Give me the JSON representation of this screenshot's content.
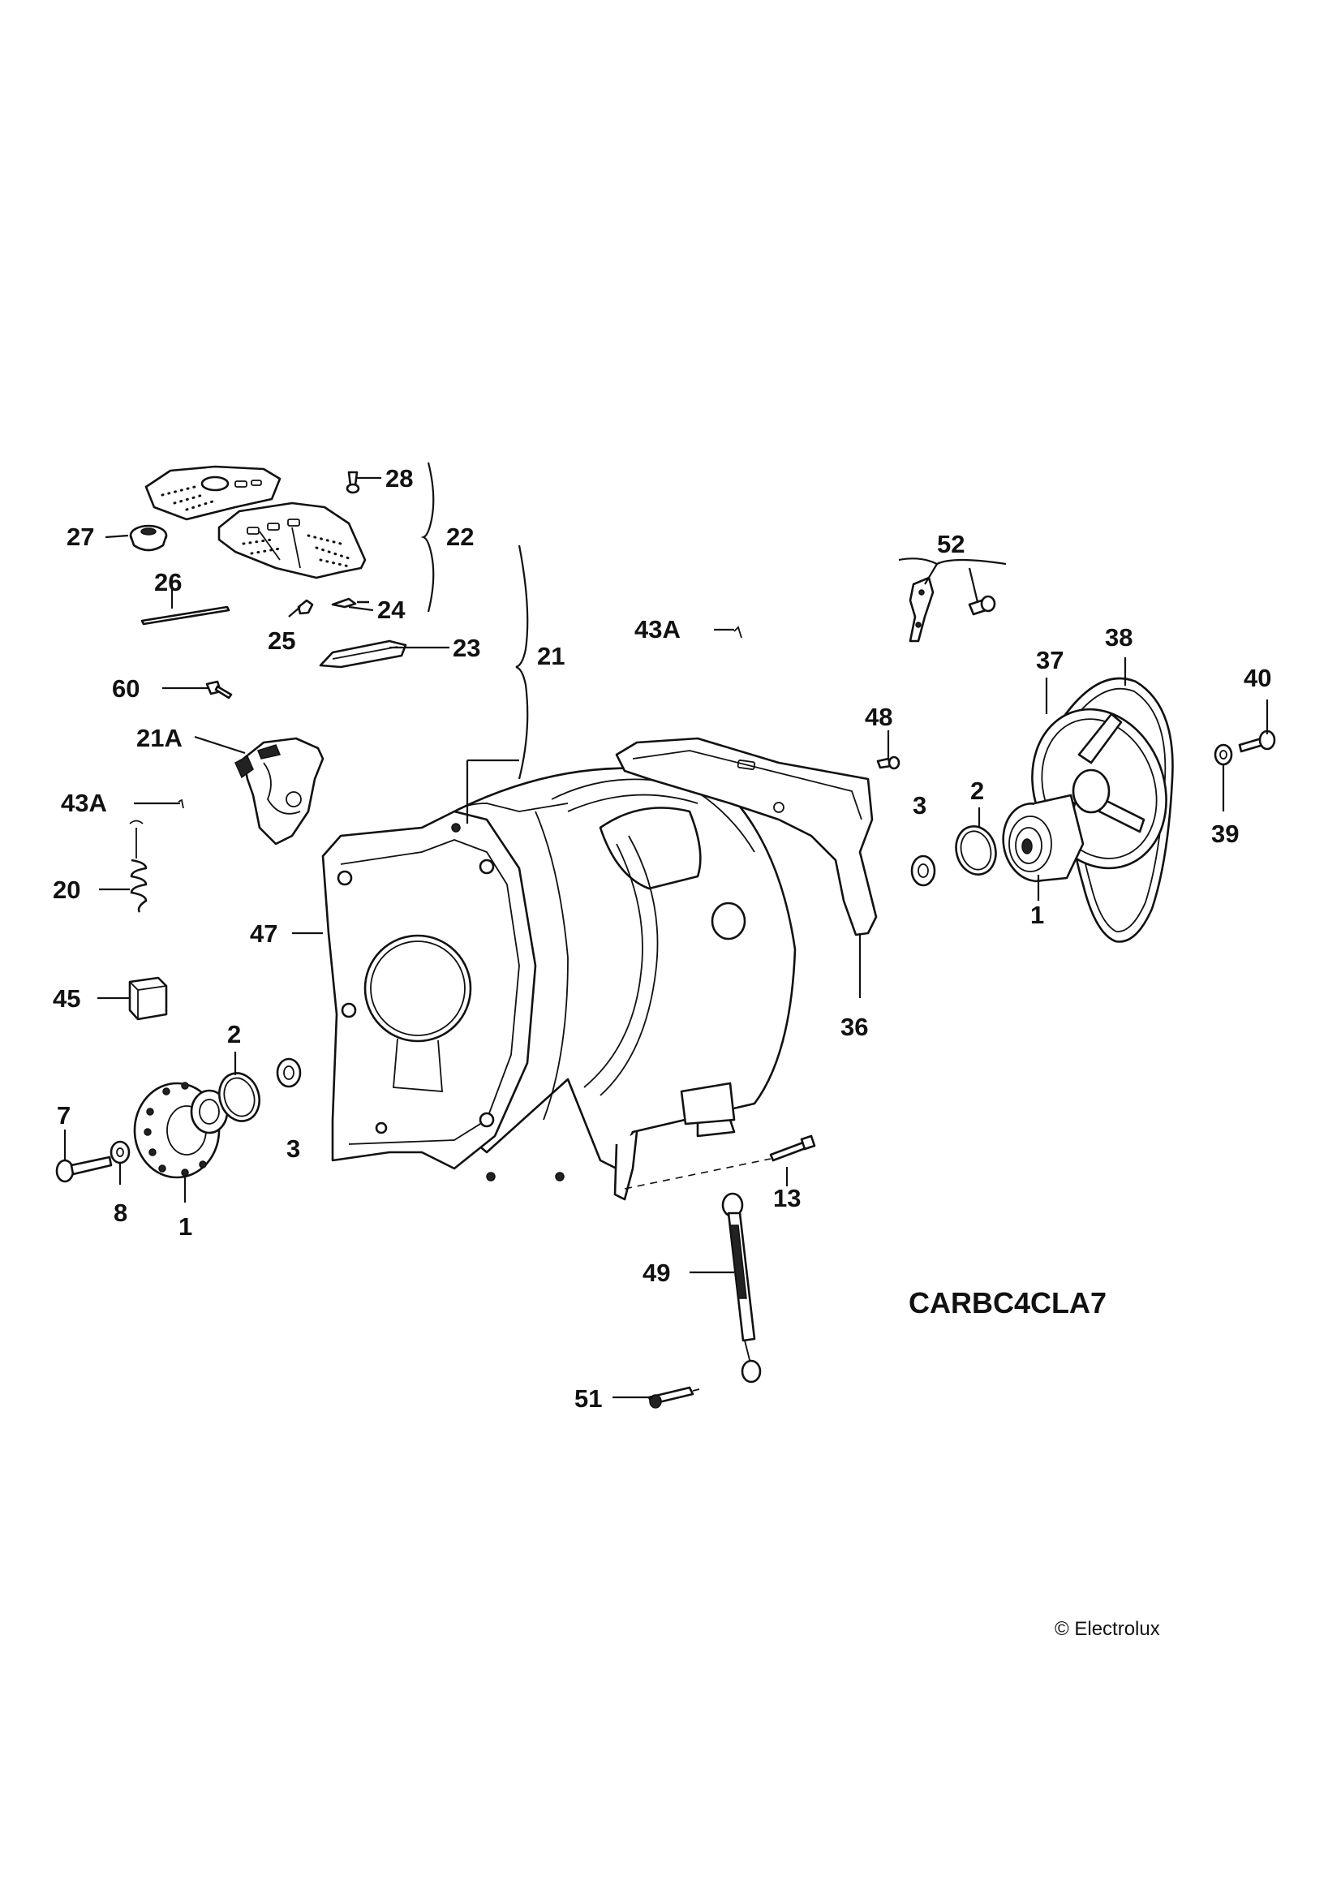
{
  "diagram_code": "CARBC4CLA7",
  "copyright": "© Electrolux",
  "labels": {
    "p28": "28",
    "p27": "27",
    "p22": "22",
    "p26": "26",
    "p25": "25",
    "p24": "24",
    "p23": "23",
    "p21": "21",
    "p60": "60",
    "p21a": "21A",
    "p43a_top": "43A",
    "p43a_left": "43A",
    "p20": "20",
    "p47": "47",
    "p45": "45",
    "p2_left": "2",
    "p3_left": "3",
    "p7": "7",
    "p8": "8",
    "p1_left": "1",
    "p52": "52",
    "p48": "48",
    "p3_right": "3",
    "p2_right": "2",
    "p1_right": "1",
    "p37": "37",
    "p38": "38",
    "p40": "40",
    "p39": "39",
    "p36": "36",
    "p13": "13",
    "p49": "49",
    "p51": "51"
  }
}
